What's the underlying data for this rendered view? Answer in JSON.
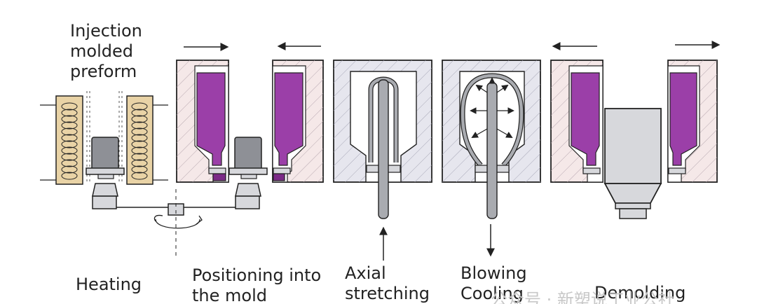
{
  "labels": {
    "preform": "Injection\nmolded\npreform",
    "heating": "Heating",
    "positioning": "Positioning into\nthe mold",
    "axial": "Axial\nstretching",
    "blowing": "Blowing\nCooling",
    "demolding": "Demolding"
  },
  "watermark": "公众号 · 新塑说工业公社",
  "colors": {
    "heater": "#e9d3a6",
    "mold_pink": "#f5e8e8",
    "mold_gray": "#e6e6ee",
    "preform": "#9b3fa8",
    "preform_dark": "#7b2a87",
    "rod": "#a9abb0",
    "steel": "#8e9096",
    "light_steel": "#d7d8dc"
  }
}
